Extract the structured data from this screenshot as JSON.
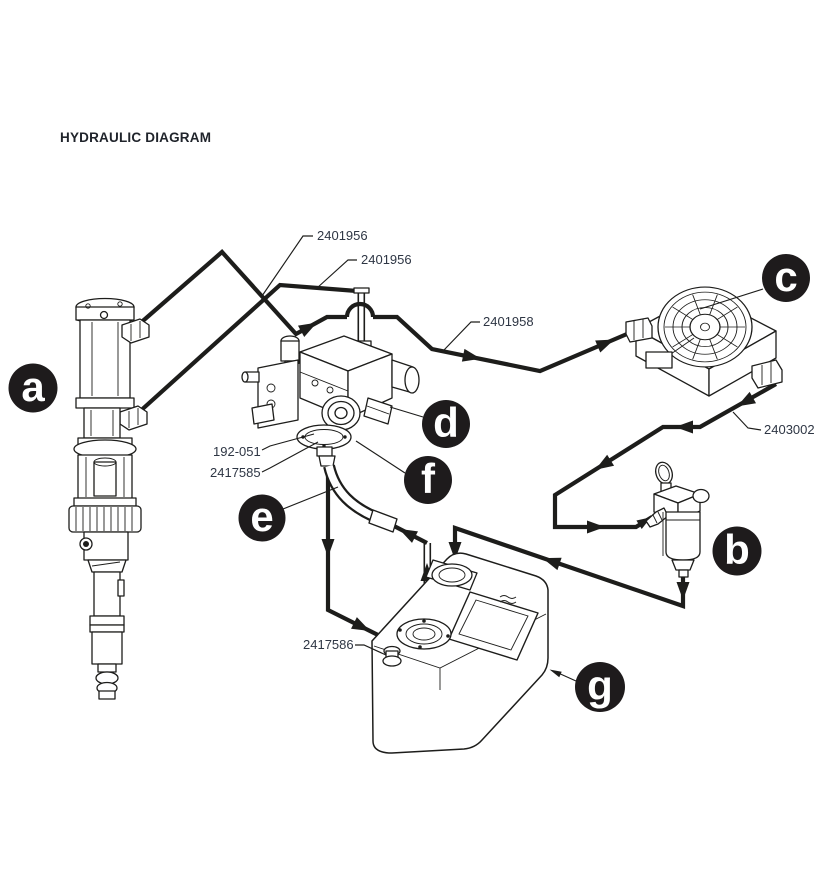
{
  "diagram": {
    "title": "HYDRAULIC DIAGRAM",
    "callouts": {
      "a": "a",
      "b": "b",
      "c": "c",
      "d": "d",
      "e": "e",
      "f": "f",
      "g": "g"
    },
    "part_numbers": {
      "hose_pump_upper": "2401956",
      "hose_pump_lower": "2401956",
      "hose_valve_to_cooler": "2401958",
      "hose_cooler_to_filter": "2403002",
      "fitting_192_051": "192-051",
      "fitting_2417585": "2417585",
      "fitting_2417586": "2417586"
    },
    "colors": {
      "line": "#1d1d1b",
      "callout_background": "#1e1b1c",
      "callout_text": "#ffffff",
      "part_label_text": "#2e3644"
    }
  }
}
